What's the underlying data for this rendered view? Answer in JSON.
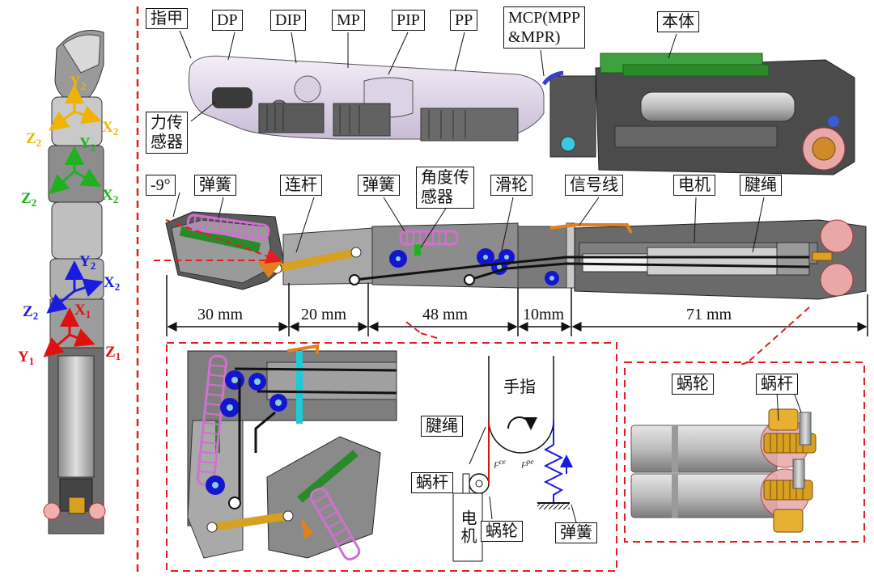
{
  "colors": {
    "yellow": "#f0b400",
    "green": "#1fb11f",
    "blue": "#1a1ae0",
    "red": "#e01010",
    "dashed_red": "#e02020",
    "spring_pink": "#d070d0",
    "link_gold": "#d6a020",
    "orange": "#e08020",
    "pulley_blue": "#1515d0",
    "board_green": "#2a8a2a"
  },
  "axes": {
    "yellow": {
      "x": "X",
      "y": "Y",
      "z": "Z",
      "sub": "2"
    },
    "green": {
      "x": "X",
      "y": "Y",
      "z": "Z",
      "sub": "2"
    },
    "blue": {
      "x": "X",
      "y": "Y",
      "z": "Z",
      "sub": "2"
    },
    "red": {
      "x": "X",
      "y": "Y",
      "z": "Z",
      "sub": "1"
    }
  },
  "top_labels": {
    "nail": "指甲",
    "dp": "DP",
    "dip": "DIP",
    "mp": "MP",
    "pip": "PIP",
    "pp": "PP",
    "mcp_line1": "MCP(MPP",
    "mcp_line2": "&MPR)",
    "body": "本体",
    "force_line1": "力传",
    "force_line2": "感器"
  },
  "mid_labels": {
    "angle": "-9°",
    "spring1": "弹簧",
    "link": "连杆",
    "spring2": "弹簧",
    "angle_sensor_line1": "角度传",
    "angle_sensor_line2": "感器",
    "pulley": "滑轮",
    "signal": "信号线",
    "motor": "电机",
    "tendon": "腱绳"
  },
  "dimensions": [
    "30 mm",
    "20 mm",
    "48 mm",
    "10mm",
    "71 mm"
  ],
  "schematic": {
    "finger": "手指",
    "tendon": "腱绳",
    "worm": "蜗杆",
    "motor": "电机",
    "worm_wheel": "蜗轮",
    "spring": "弹簧",
    "f_ce": "F",
    "f_ce_sup": "ce",
    "f_pe": "F",
    "f_pe_sup": "pe"
  },
  "gear_labels": {
    "worm_wheel": "蜗轮",
    "worm": "蜗杆"
  }
}
